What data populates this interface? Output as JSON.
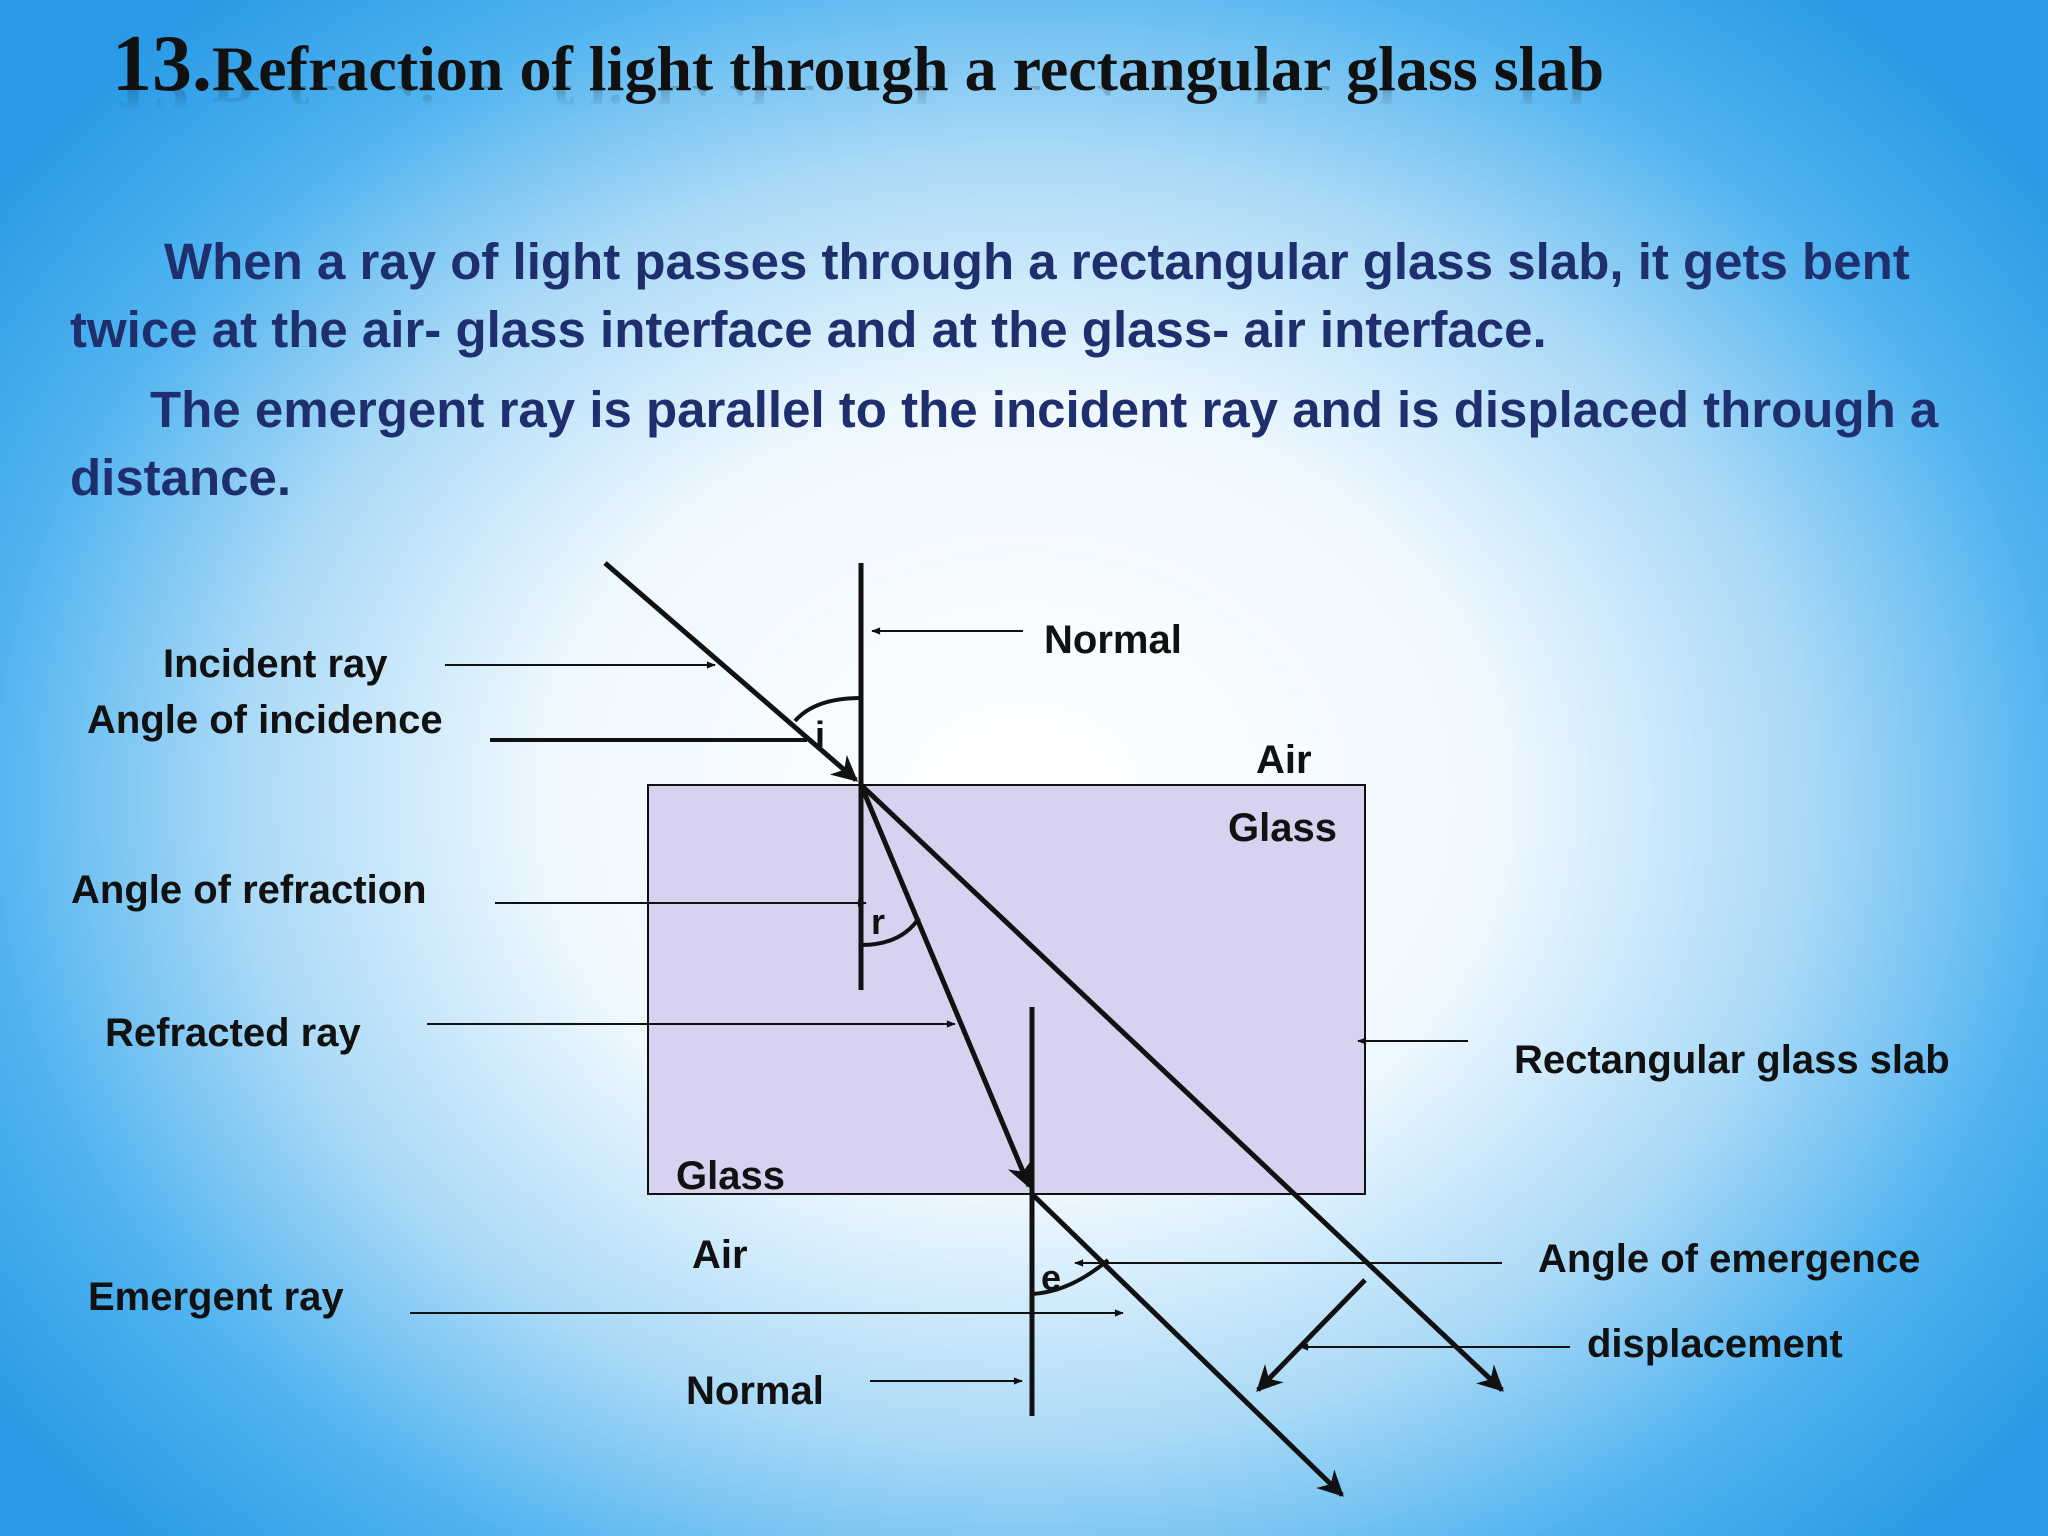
{
  "title": {
    "number": "13.",
    "text": "Refraction of light through a rectangular glass  slab"
  },
  "paragraphs": [
    "When a ray of light passes through a rectangular glass slab, it gets bent twice at the air- glass interface and at the glass- air interface.",
    "The emergent ray is parallel to the incident ray and is displaced through a distance."
  ],
  "diagram": {
    "labels": {
      "incident_ray": "Incident ray",
      "angle_of_incidence": "Angle of incidence",
      "normal_top": "Normal",
      "air_top": "Air",
      "glass_top": "Glass",
      "angle_of_refraction": "Angle of refraction",
      "refracted_ray": "Refracted ray",
      "rectangular_glass_slab": "Rectangular glass slab",
      "glass_bottom": "Glass",
      "air_bottom": "Air",
      "emergent_ray": "Emergent ray",
      "normal_bottom": "Normal",
      "angle_of_emergence": "Angle of emergence",
      "displacement": "displacement"
    },
    "symbols": {
      "incidence": "i",
      "refraction": "r",
      "emergence": "e"
    }
  },
  "colors": {
    "background": "#2a9ae6",
    "paragraph_text": "#1f2f6e",
    "slab_fill": "#d6d2ef",
    "ink": "#111111"
  }
}
